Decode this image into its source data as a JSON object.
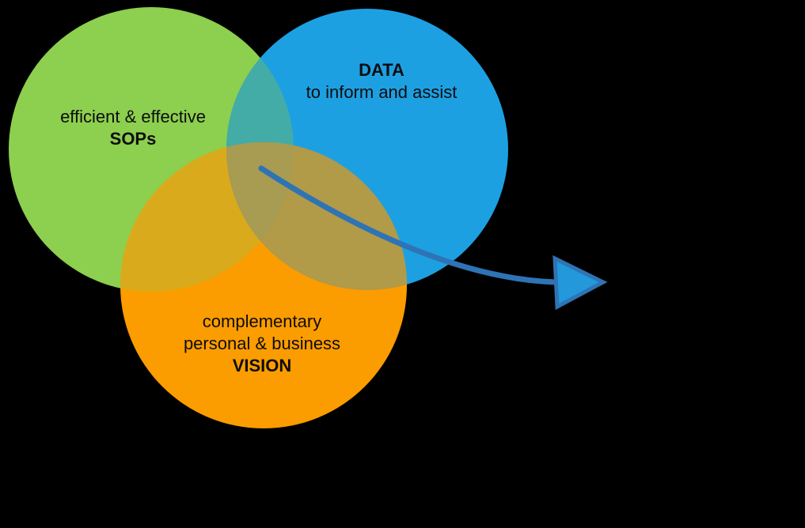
{
  "canvas": {
    "background": "#000000"
  },
  "venn": {
    "green": {
      "line1": "efficient & effective",
      "line2": "SOPs",
      "color": "#8DCF4E"
    },
    "blue": {
      "line1": "DATA",
      "line2": "to inform and assist",
      "color": "#1DA0E2"
    },
    "orange": {
      "line1": "complementary",
      "line2": "personal & business",
      "line3": "VISION",
      "color": "#FB9C00"
    },
    "overlaps": {
      "green_blue": "#43ACA6",
      "green_orange": "#D9AB1C",
      "blue_orange": "#B19A48",
      "center": "#A89B52"
    },
    "arrow": {
      "line_color": "#2E74B5",
      "head_fill": "#2398DB"
    }
  }
}
